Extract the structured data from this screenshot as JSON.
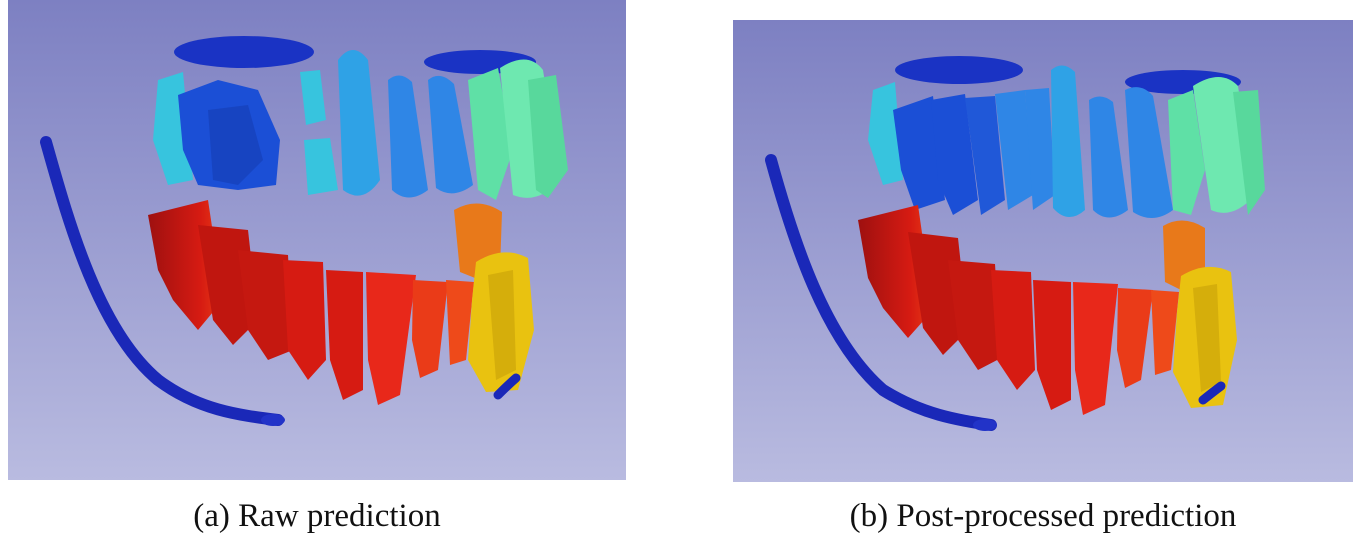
{
  "figure": {
    "panels": [
      {
        "id": "a",
        "caption": "(a) Raw prediction"
      },
      {
        "id": "b",
        "caption": "(b) Post-processed prediction"
      }
    ],
    "colors": {
      "background_top": "#7d80c2",
      "background_bottom": "#b9bbe0",
      "mandibular_canal": "#1a28b8",
      "upper_dark_blue": "#1b4fd6",
      "upper_mid_blue": "#2f86e6",
      "upper_cyan": "#37c4de",
      "upper_green": "#5fe0a6",
      "lower_red": "#d61b12",
      "lower_orange": "#e8791a",
      "lower_yellow": "#e9c210"
    }
  }
}
